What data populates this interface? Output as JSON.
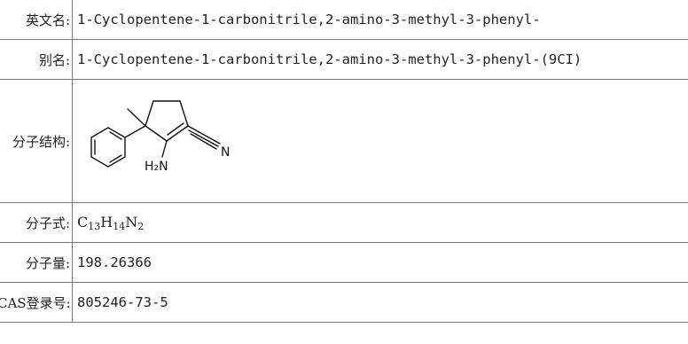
{
  "rows": {
    "english_name": {
      "label": "英文名:",
      "value": "1-Cyclopentene-1-carbonitrile,2-amino-3-methyl-3-phenyl-"
    },
    "alias": {
      "label": "别名:",
      "value": "1-Cyclopentene-1-carbonitrile,2-amino-3-methyl-3-phenyl-(9CI)"
    },
    "structure": {
      "label": "分子结构:",
      "atom_labels": {
        "amine": "H₂N",
        "nitrile_n": "N"
      }
    },
    "formula": {
      "label": "分子式:",
      "parts": [
        {
          "el": "C",
          "n": "13"
        },
        {
          "el": "H",
          "n": "14"
        },
        {
          "el": "N",
          "n": "2"
        }
      ]
    },
    "weight": {
      "label": "分子量:",
      "value": "198.26366"
    },
    "cas": {
      "label": "CAS登录号:",
      "value": "805246-73-5"
    }
  }
}
